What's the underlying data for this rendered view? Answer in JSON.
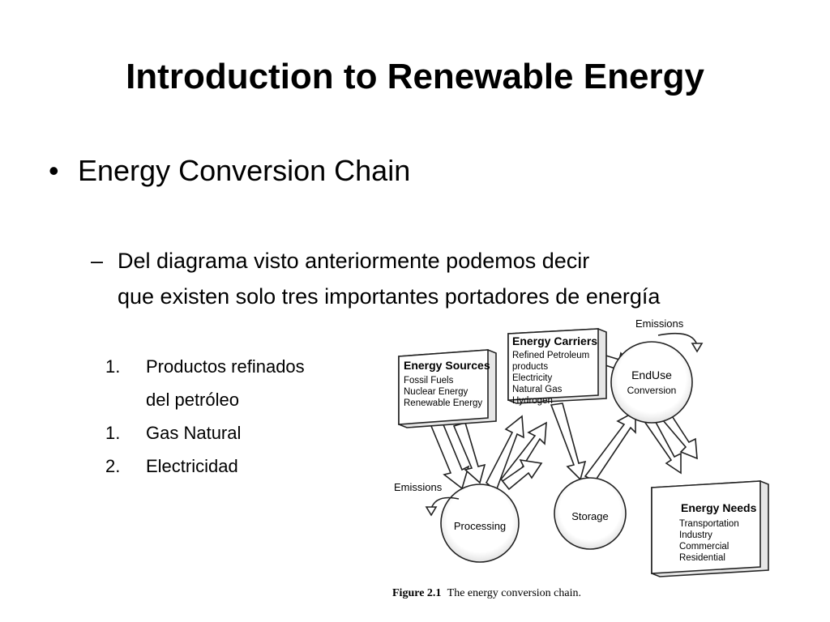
{
  "title": "Introduction to Renewable Energy",
  "bullet": "Energy Conversion Chain",
  "sub": {
    "dash": "–",
    "line1": "Del diagrama visto anteriormente podemos decir",
    "line2": "que existen solo tres importantes portadores de energía"
  },
  "list": [
    {
      "num": "1.",
      "text": "Productos refinados",
      "cont": "del petróleo"
    },
    {
      "num": "1.",
      "text": "Gas Natural"
    },
    {
      "num": "2.",
      "text": "Electricidad"
    }
  ],
  "diagram": {
    "sources": {
      "title": "Energy Sources",
      "items": [
        "Fossil Fuels",
        "Nuclear Energy",
        "Renewable Energy"
      ]
    },
    "carriers": {
      "title": "Energy Carriers",
      "items": [
        "Refined Petroleum",
        "products",
        "Electricity",
        "Natural Gas",
        "Hydrogen"
      ]
    },
    "needs": {
      "title": "Energy Needs",
      "items": [
        "Transportation",
        "Industry",
        "Commercial",
        "Residential"
      ]
    },
    "enduse": {
      "line1": "EndUse",
      "line2": "Conversion"
    },
    "processing": "Processing",
    "storage": "Storage",
    "emissions_top": "Emissions",
    "emissions_left": "Emissions",
    "caption_bold": "Figure 2.1",
    "caption_text": "The energy conversion chain."
  }
}
